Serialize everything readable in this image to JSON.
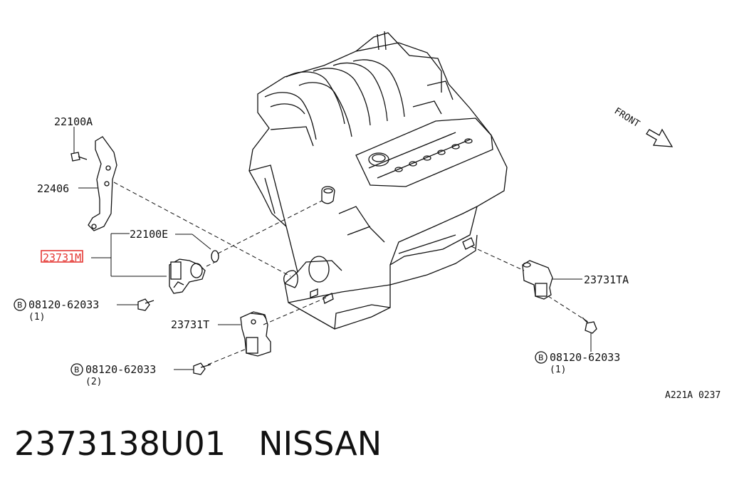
{
  "diagram": {
    "labels": {
      "p22100A": "22100A",
      "p22406": "22406",
      "p22100E": "22100E",
      "p23731M": "23731M",
      "bolt_left": "08120-62033",
      "bolt_left_qty": "(1)",
      "p23731T": "23731T",
      "bolt_bottom": "08120-62033",
      "bolt_bottom_qty": "(2)",
      "p23731TA": "23731TA",
      "bolt_right": "08120-62033",
      "bolt_right_qty": "(1)",
      "bolt_prefix": "B",
      "front": "FRONT",
      "ref_code": "A221A 0237"
    },
    "highlight_color": "#e53935"
  },
  "caption": {
    "part_number": "2373138U01",
    "brand": "NISSAN"
  }
}
